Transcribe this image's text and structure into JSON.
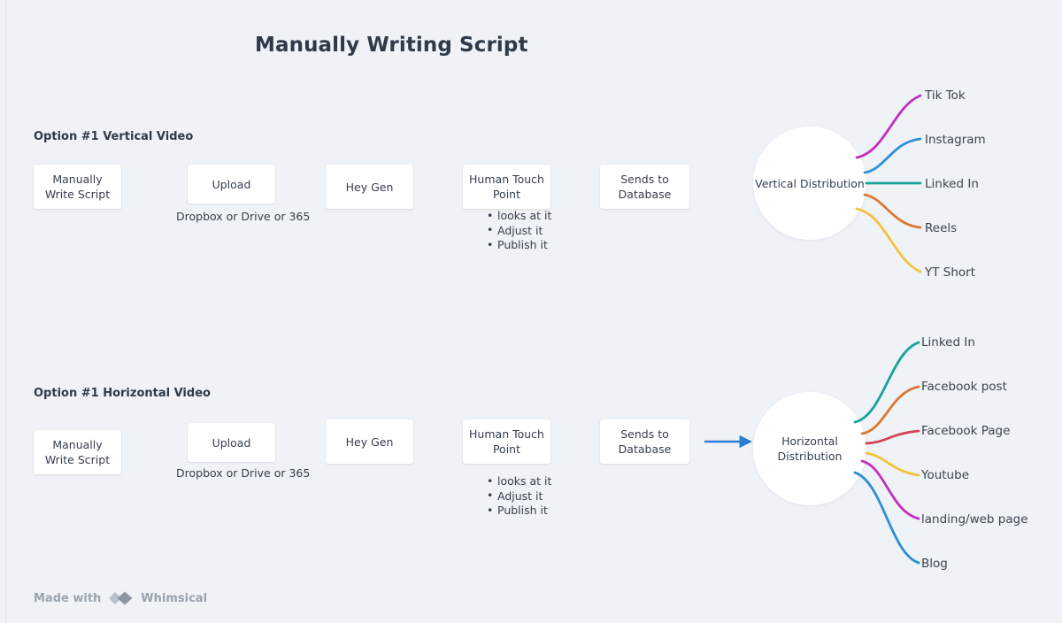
{
  "page": {
    "title": "Manually Writing Script",
    "background_color": "#eff2f6"
  },
  "sections": [
    {
      "label": "Option #1 Vertical Video",
      "steps": [
        {
          "title": "Manually Write Script",
          "caption": ""
        },
        {
          "title": "Upload",
          "caption": "Dropbox or Drive or 365"
        },
        {
          "title": "Hey Gen",
          "caption": ""
        },
        {
          "title": "Human Touch Point",
          "caption": "",
          "bullets": [
            "looks at it",
            "Adjust it",
            "Publish it"
          ]
        },
        {
          "title": "Sends to Database",
          "caption": ""
        }
      ],
      "hub": "Vertical Distribution",
      "branches": [
        {
          "label": "Tik Tok",
          "color": "#c22fc0"
        },
        {
          "label": "Instagram",
          "color": "#2e8fd4"
        },
        {
          "label": "Linked In",
          "color": "#17a398"
        },
        {
          "label": "Reels",
          "color": "#dd7733"
        },
        {
          "label": "YT Short",
          "color": "#f2c33c"
        }
      ]
    },
    {
      "label": "Option #1 Horizontal Video",
      "steps": [
        {
          "title": "Manually Write Script",
          "caption": ""
        },
        {
          "title": "Upload",
          "caption": "Dropbox or Drive or 365"
        },
        {
          "title": "Hey Gen",
          "caption": ""
        },
        {
          "title": "Human Touch Point",
          "caption": "",
          "bullets": [
            "looks at it",
            "Adjust it",
            "Publish it"
          ]
        },
        {
          "title": "Sends to Database",
          "caption": ""
        }
      ],
      "hub": "Horizontal Distribution",
      "connector_arrow_color": "#2b7cd3",
      "branches": [
        {
          "label": "Linked In",
          "color": "#17a398"
        },
        {
          "label": "Facebook post",
          "color": "#dd7733"
        },
        {
          "label": "Facebook Page",
          "color": "#d34157"
        },
        {
          "label": "Youtube",
          "color": "#f2c33c"
        },
        {
          "label": "landing/web page",
          "color": "#c22fc0"
        },
        {
          "label": "Blog",
          "color": "#2e8fd4"
        }
      ]
    }
  ],
  "watermark": {
    "prefix": "Made with",
    "brand": "Whimsical",
    "logo_icon": "whimsical-diamond-icon"
  }
}
